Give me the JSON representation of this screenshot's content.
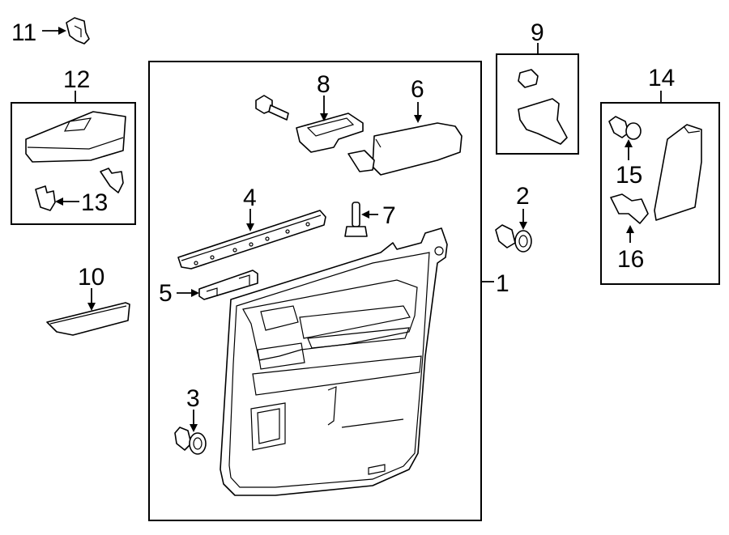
{
  "diagram": {
    "callouts": {
      "c1": "1",
      "c2": "2",
      "c3": "3",
      "c4": "4",
      "c5": "5",
      "c6": "6",
      "c7": "7",
      "c8": "8",
      "c9": "9",
      "c10": "10",
      "c11": "11",
      "c12": "12",
      "c13": "13",
      "c14": "14",
      "c15": "15",
      "c16": "16"
    },
    "parts": [
      {
        "id": "1",
        "icon": "door-trim-panel-icon"
      },
      {
        "id": "2",
        "icon": "push-clip-icon"
      },
      {
        "id": "3",
        "icon": "push-clip-icon"
      },
      {
        "id": "4",
        "icon": "bracket-strip-icon"
      },
      {
        "id": "5",
        "icon": "small-bracket-icon"
      },
      {
        "id": "6",
        "icon": "armrest-icon"
      },
      {
        "id": "7",
        "icon": "screw-icon"
      },
      {
        "id": "8",
        "icon": "switch-bezel-icon"
      },
      {
        "id": "9",
        "icon": "nut-and-bracket-icon"
      },
      {
        "id": "10",
        "icon": "trim-strip-icon"
      },
      {
        "id": "11",
        "icon": "clip-icon"
      },
      {
        "id": "12",
        "icon": "cover-and-clips-icon"
      },
      {
        "id": "13",
        "icon": "clip-icon"
      },
      {
        "id": "14",
        "icon": "garnish-and-fasteners-icon"
      },
      {
        "id": "15",
        "icon": "push-clip-icon"
      },
      {
        "id": "16",
        "icon": "retainer-icon"
      }
    ]
  }
}
